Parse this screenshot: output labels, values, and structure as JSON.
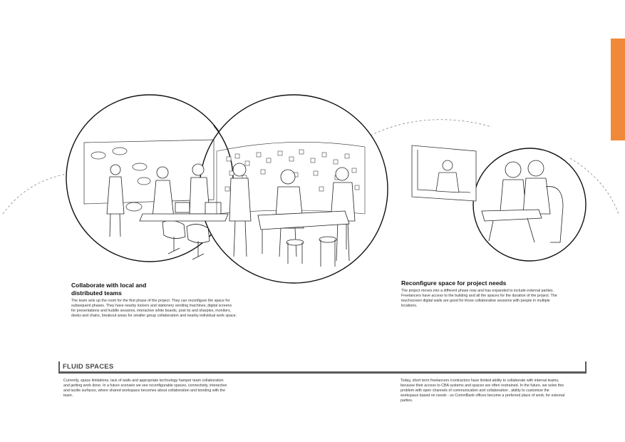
{
  "colors": {
    "accent": "#f08a3a",
    "rule": "#5a5a5a"
  },
  "scene_left": {
    "title": "Collaborate with local and distributed teams",
    "body": "The team sets up the room for the first phase of the project. They can reconfigure the space for subsequent phases. They have nearby lockers and stationery vending machines, digital screens for presentations and huddle sessions, interactive white boards, post its and sharpies, monitors, desks and chairs, breakout areas for smaller group collaboration and nearby individual work space."
  },
  "scene_right": {
    "title": "Reconfigure space for project needs",
    "body": "The project moves into a different phase now and has expanded to include external parties. Freelancers have access to the building and all the spaces for the duration of the project. The touchscreen digital walls are good for those collaborative sessions with people in multiple locations."
  },
  "section": {
    "title": "FLUID SPACES",
    "para_left": "Currently, space limitations, lack of walls and appropriate technology hamper team collaboration and getting work done. In a future scenario we see reconfigurable spaces, connectivity, interactive and tactile surfaces, where shared workspace becomes about collaboration and bonding with the team.",
    "para_right": "Today, short term freelancers /contractors have limited ability to collaborate with internal teams, because their access to CBA systems and spaces are often restrained. In the future, we solve this problem with open channels of communication and collaboration , ability to customise the workspace based on needs - so CommBank offices become a preferred place of work, for external parties."
  }
}
